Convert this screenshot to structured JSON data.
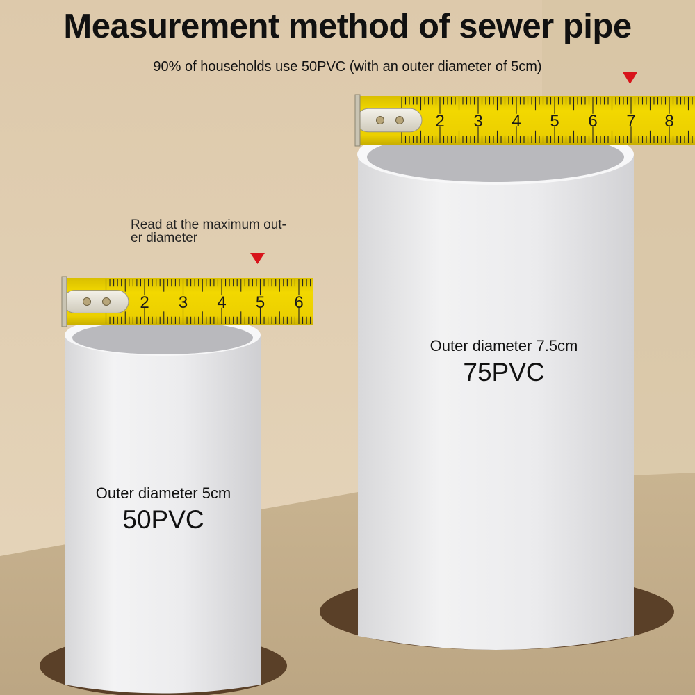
{
  "title": "Measurement method of sewer pipe",
  "subtitle": "90% of households use 50PVC (with an outer diameter of 5cm)",
  "note": {
    "line1": "Read at the maximum out-",
    "line2": "er diameter"
  },
  "small_pipe": {
    "outer_diameter": "Outer diameter 5cm",
    "model": "50PVC",
    "tape_numbers": [
      "2",
      "3",
      "4",
      "5",
      "6"
    ]
  },
  "large_pipe": {
    "outer_diameter": "Outer diameter 7.5cm",
    "model": "75PVC",
    "tape_numbers": [
      "2",
      "3",
      "4",
      "5",
      "6",
      "7",
      "8"
    ]
  },
  "colors": {
    "wall": "#e2d2b8",
    "floor": "#c3ad8a",
    "pipe": "#ededee",
    "tape": "#ecd200",
    "marker": "#d8141b",
    "hole": "#5a4028"
  }
}
